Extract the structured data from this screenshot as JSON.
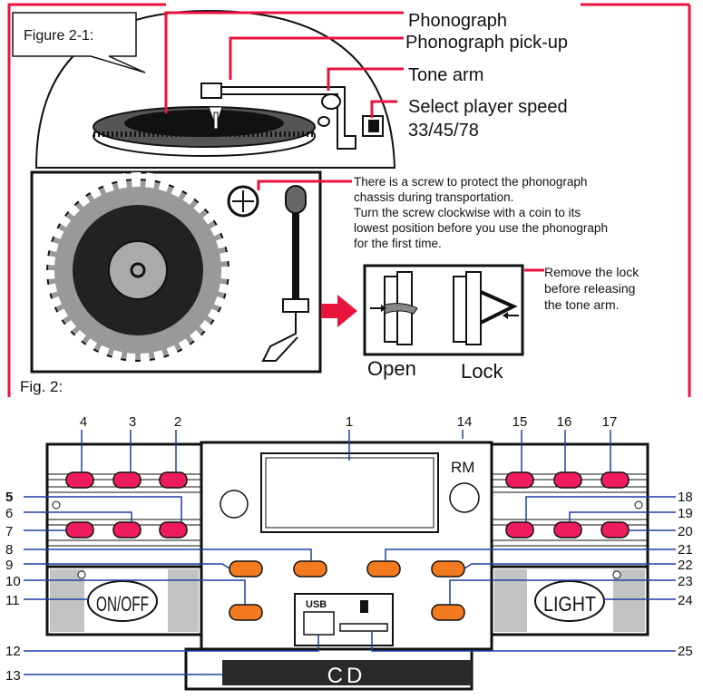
{
  "figure_top": {
    "label": "Figure 2-1:",
    "phonograph": "Phonograph",
    "pickup": "Phonograph pick-up",
    "tone_arm": "Tone arm",
    "speed_line1": "Select player speed",
    "speed_line2": "33/45/78",
    "screw_note": [
      "There is a screw to protect the phonograph",
      "chassis during transportation.",
      "Turn the screw clockwise with a coin to its",
      "lowest position before you use the phonograph",
      "for the first time."
    ],
    "lock_note": [
      "Remove the lock",
      "before releasing",
      "the tone arm."
    ],
    "open": "Open",
    "lock": "Lock",
    "fig_label": "Fig. 2:"
  },
  "panel": {
    "numbers_top": [
      "4",
      "3",
      "2",
      "1",
      "14",
      "15",
      "16",
      "17"
    ],
    "numbers_left": [
      "5",
      "6",
      "7",
      "8",
      "9",
      "10",
      "11",
      "12",
      "13"
    ],
    "numbers_right": [
      "18",
      "19",
      "20",
      "21",
      "22",
      "23",
      "24",
      "25"
    ],
    "rm": "RM",
    "usb": "USB",
    "on_off": "ON/OFF",
    "light": "LIGHT",
    "cd": "CD"
  },
  "colors": {
    "accent_red": "#e8143c",
    "button_pink": "#ee1c5c",
    "button_orange": "#f47a1f",
    "ink": "#111111",
    "leader_blue": "#1f3fa0"
  }
}
